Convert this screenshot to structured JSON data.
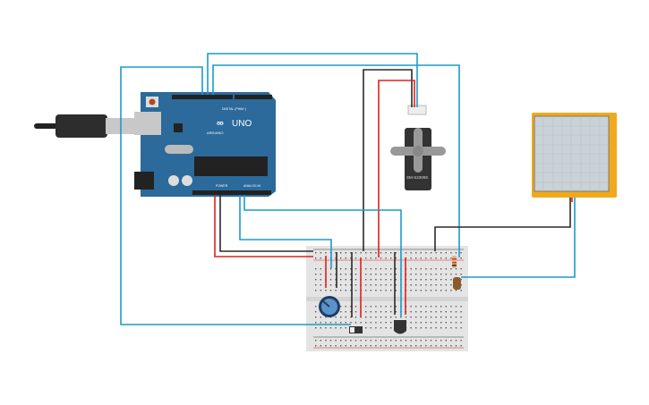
{
  "arduino": {
    "model": "UNO",
    "brand": "ARDUINO",
    "digital_label": "DIGITAL (PWM~)",
    "power_label": "POWER",
    "analog_label": "ANALOG IN",
    "board_color": "#2b6a9a"
  },
  "servo": {
    "model": "SM-S2309S"
  },
  "lcd": {
    "frame_color": "#f0a91b",
    "screen_color": "#c9d2d6"
  },
  "wire_colors": {
    "blue": "#1a9bcb",
    "black": "#2a2a2a",
    "red": "#e02020"
  }
}
